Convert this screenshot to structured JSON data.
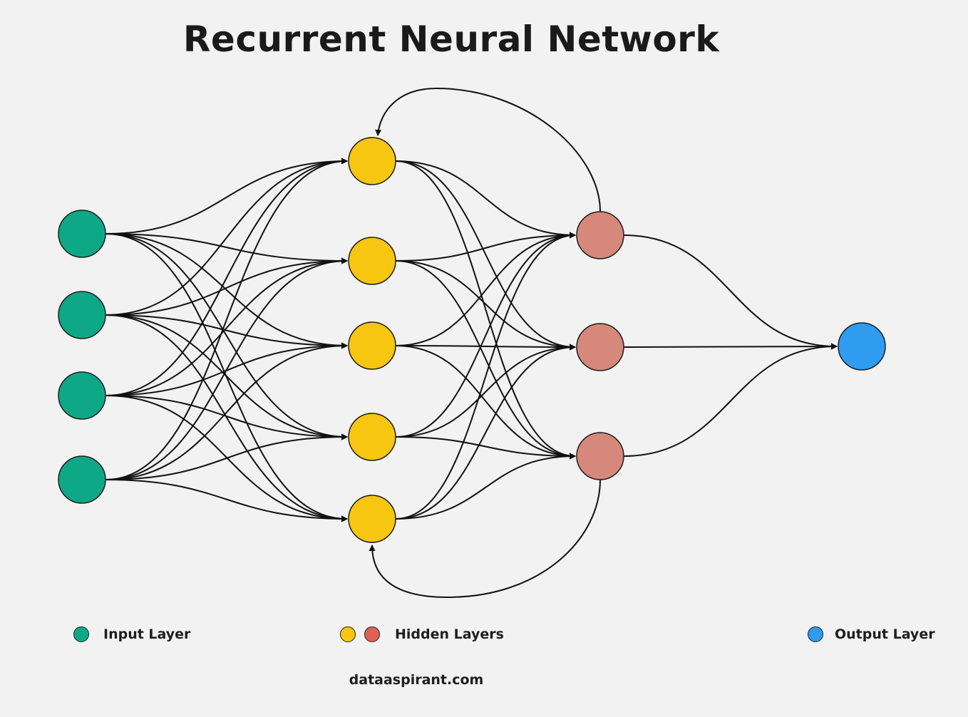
{
  "title": "Recurrent Neural Network",
  "legend": {
    "input_label": "Input Layer",
    "hidden_label": "Hidden Layers",
    "output_label": "Output Layer"
  },
  "footer": "dataaspirant.com",
  "colors": {
    "background": "#f2f2f2",
    "input": "#0fa887",
    "hidden1": "#f7c610",
    "hidden2": "#d6887b",
    "hidden2_legend": "#e06056",
    "output": "#2f9cf0",
    "stroke": "#111111"
  },
  "network": {
    "layers": [
      {
        "name": "input",
        "count": 4
      },
      {
        "name": "hidden1",
        "count": 5
      },
      {
        "name": "hidden2",
        "count": 3
      },
      {
        "name": "output",
        "count": 1
      }
    ],
    "connections": "fully-connected",
    "recurrent_edges": [
      {
        "from": "hidden2.0",
        "to": "hidden1.0"
      },
      {
        "from": "hidden2.2",
        "to": "hidden1.4"
      }
    ]
  }
}
